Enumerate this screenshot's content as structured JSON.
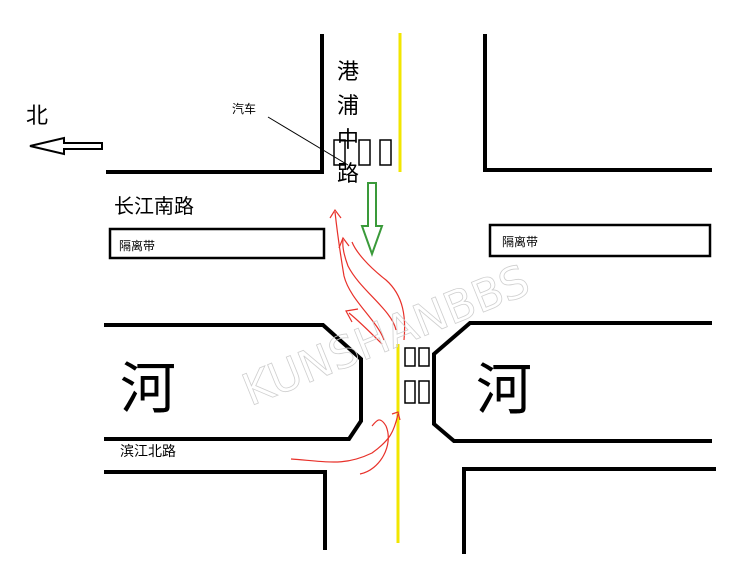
{
  "labels": {
    "north": "北",
    "car": "汽车",
    "road_vertical": "港浦中路",
    "road_horizontal": "长江南路",
    "median_left": "隔离带",
    "median_right": "隔离带",
    "river_left": "河",
    "river_right": "河",
    "road_bottom": "滨江北路"
  },
  "colors": {
    "road_edge": "#000000",
    "center_line": "#f2e600",
    "vehicle_path": "#e8312a",
    "direction_arrow": "#3a9a3a"
  },
  "icons": [
    "north-arrow-icon",
    "car-box-icon",
    "green-down-arrow-icon"
  ]
}
